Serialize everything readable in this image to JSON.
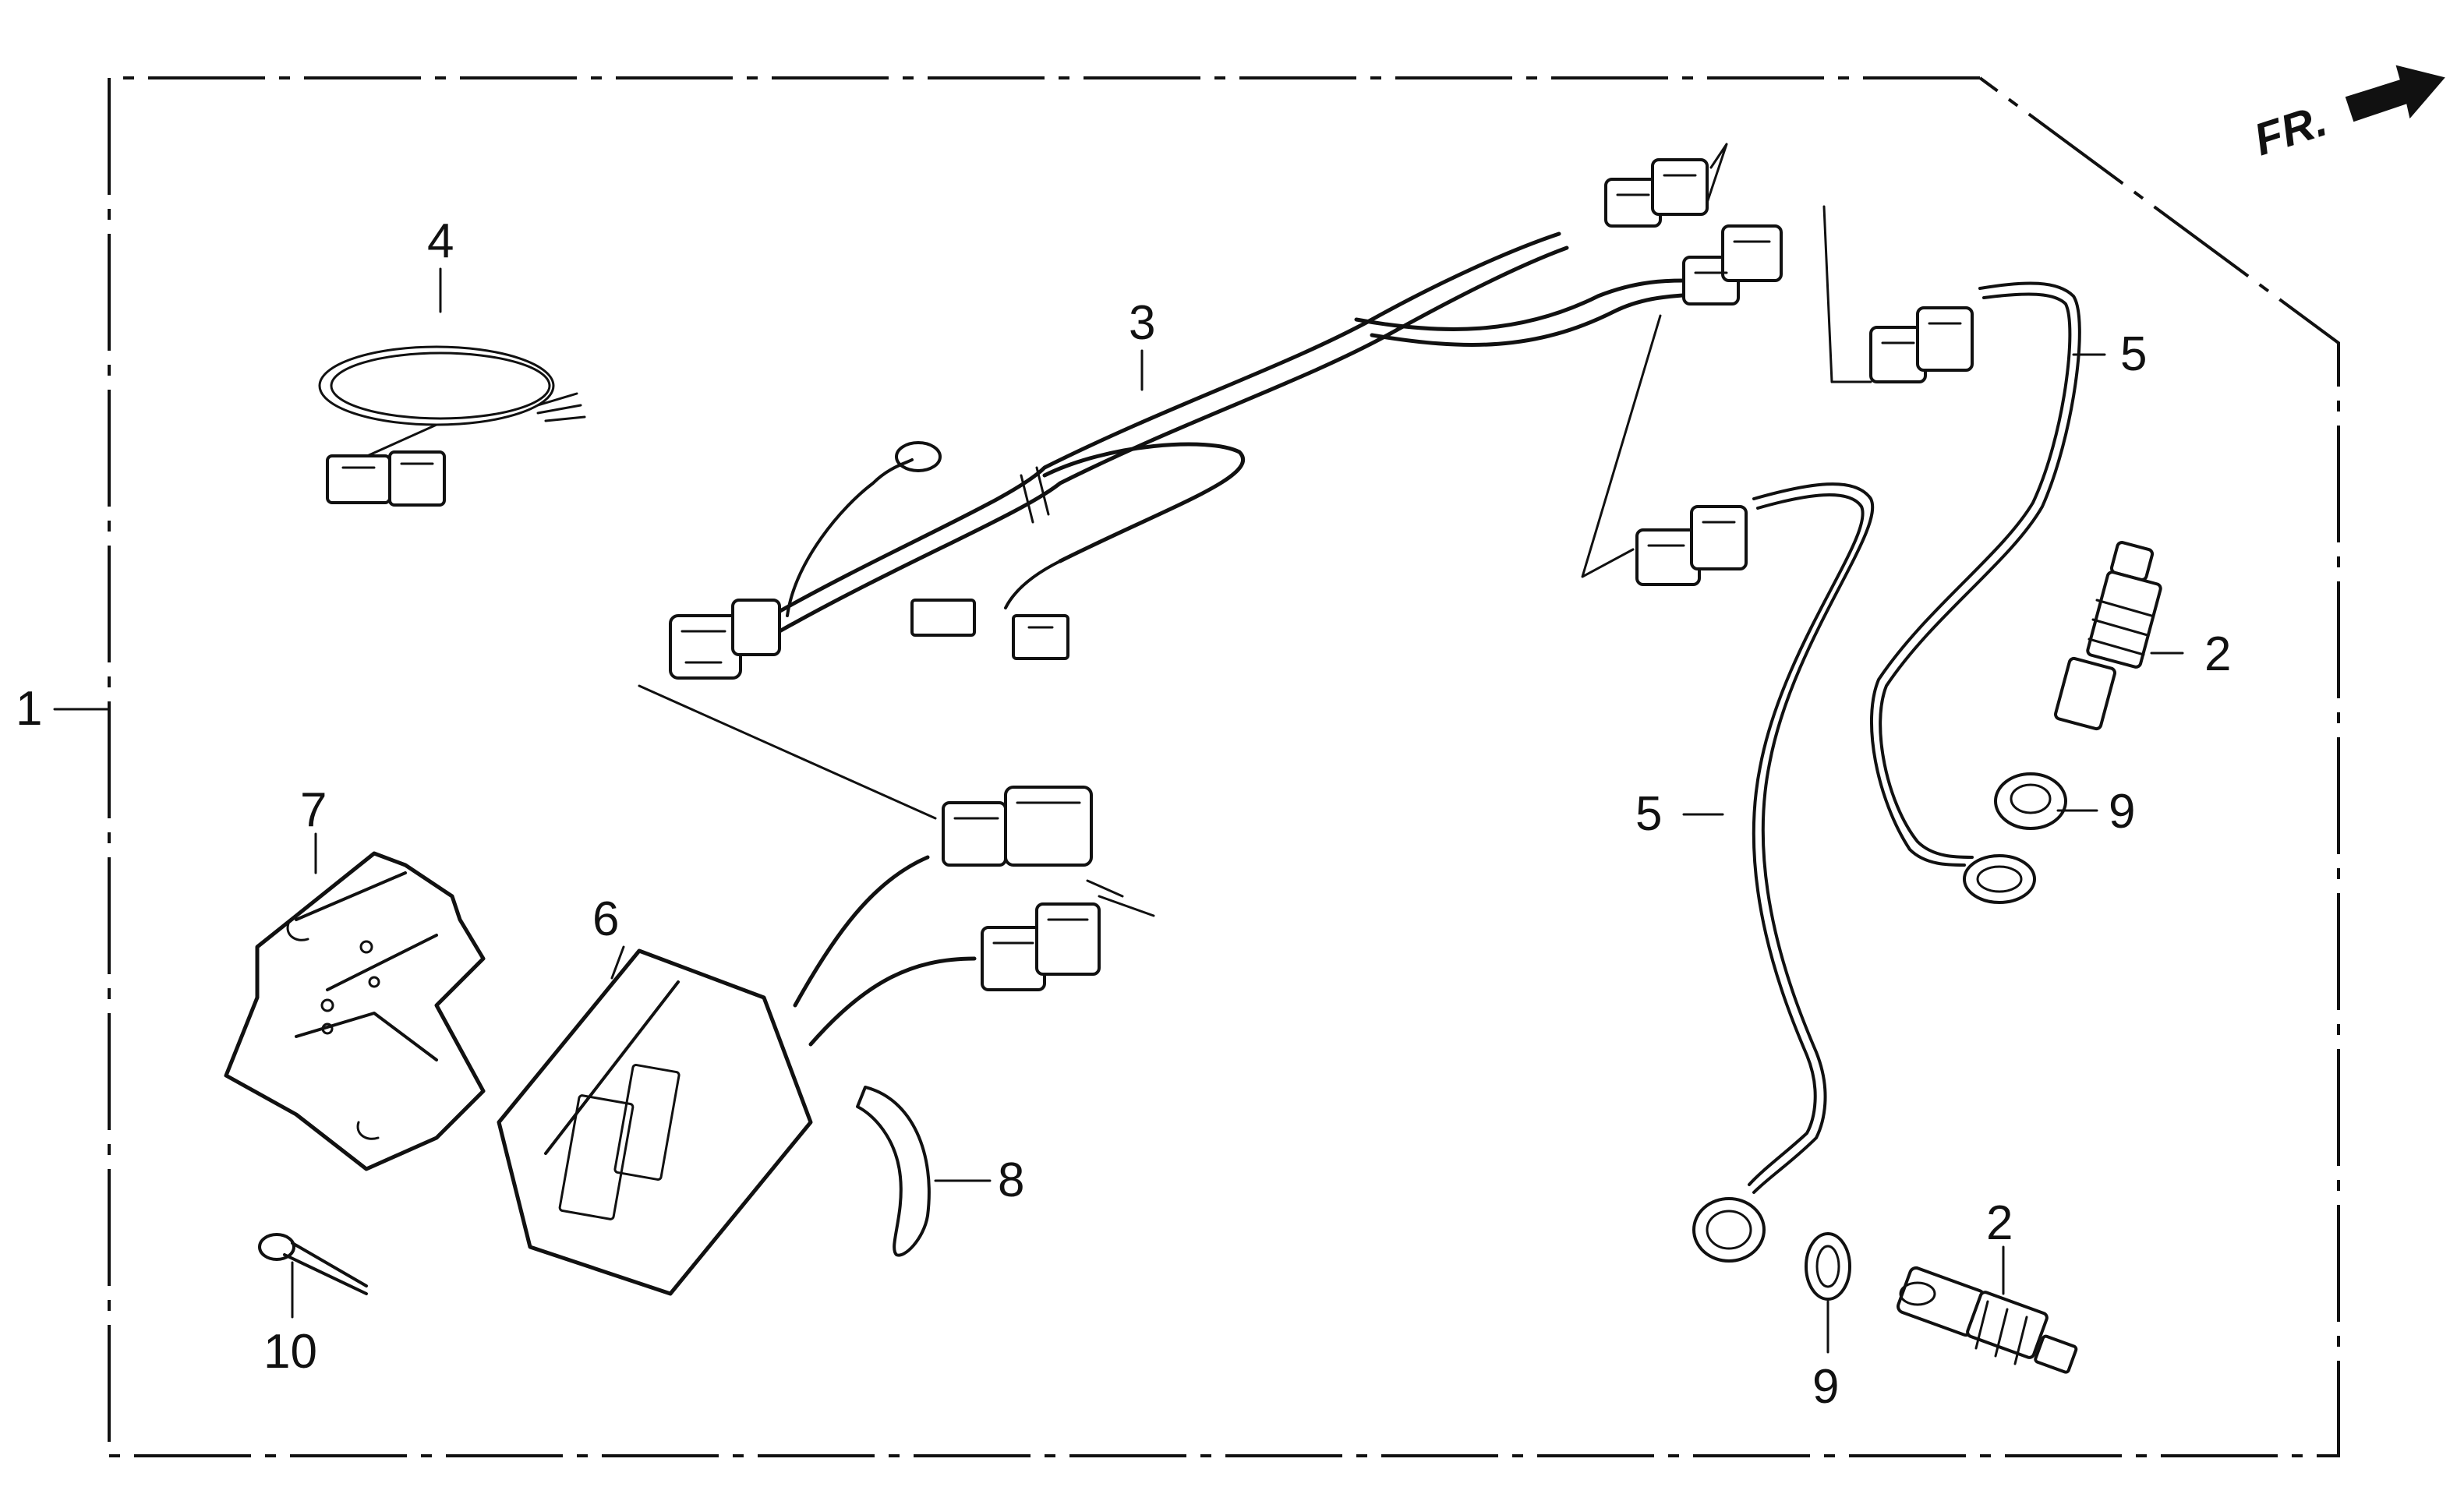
{
  "direction_indicator": {
    "label": "FR."
  },
  "callouts": {
    "c1": "1",
    "c2a": "2",
    "c2b": "2",
    "c3": "3",
    "c4": "4",
    "c5a": "5",
    "c5b": "5",
    "c6": "6",
    "c7": "7",
    "c8": "8",
    "c9a": "9",
    "c9b": "9",
    "c10": "10"
  }
}
